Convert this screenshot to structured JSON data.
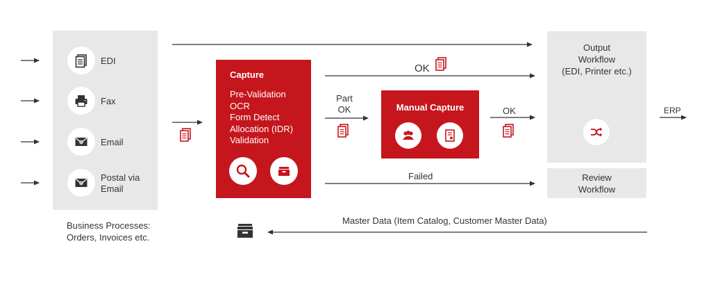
{
  "sources": {
    "items": [
      {
        "label": "EDI",
        "icon": "edi-document-icon"
      },
      {
        "label": "Fax",
        "icon": "fax-printer-icon"
      },
      {
        "label": "Email",
        "icon": "email-icon"
      },
      {
        "label": "Postal via Email",
        "line1": "Postal via",
        "line2": "Email",
        "icon": "postal-email-icon"
      }
    ],
    "caption_line1": "Business Processes:",
    "caption_line2": "Orders, Invoices etc."
  },
  "capture": {
    "title": "Capture",
    "steps": [
      "Pre-Validation",
      "OCR",
      "Form Detect",
      "Allocation (IDR)",
      "Validation"
    ],
    "icons": [
      "search-icon",
      "archive-drawer-icon"
    ]
  },
  "manual_capture": {
    "title": "Manual Capture",
    "icons": [
      "users-icon",
      "certificate-document-icon"
    ]
  },
  "flow_labels": {
    "ok_top": "OK",
    "part_ok_line1": "Part",
    "part_ok_line2": "OK",
    "ok_right": "OK",
    "failed": "Failed",
    "erp": "ERP",
    "master_data": "Master Data (Item Catalog, Customer Master Data)"
  },
  "output_workflow": {
    "line1": "Output",
    "line2": "Workflow",
    "line3": "(EDI, Printer etc.)",
    "icon": "shuffle-icon"
  },
  "review_workflow": {
    "line1": "Review",
    "line2": "Workflow"
  },
  "colors": {
    "accent_red": "#c5161d",
    "panel_grey": "#e8e8e8",
    "line_dark": "#333333"
  }
}
